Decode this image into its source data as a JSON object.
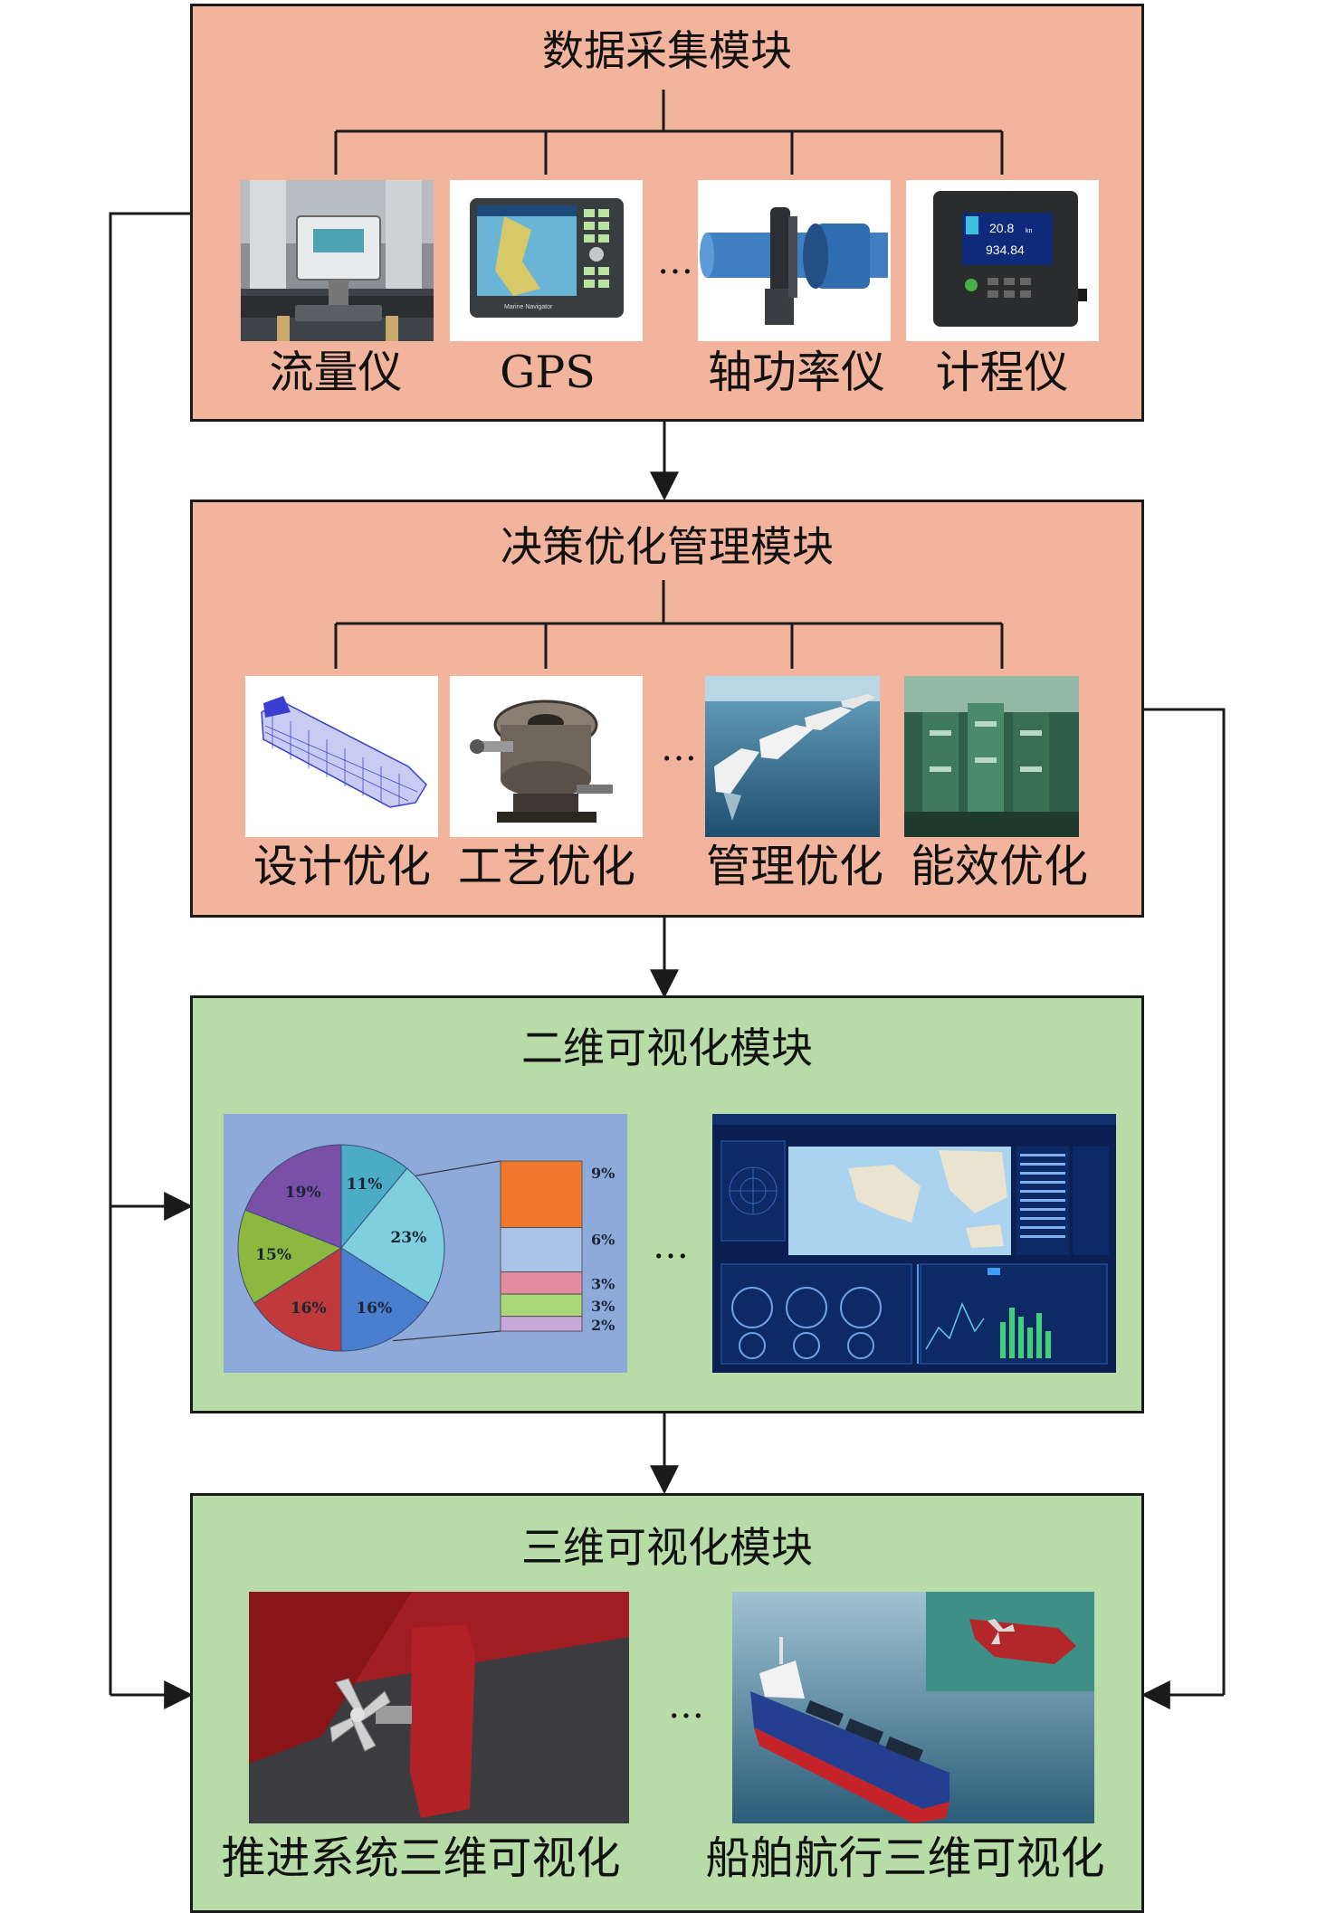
{
  "modules": [
    {
      "id": "data-collection",
      "title": "数据采集模块",
      "items": [
        "流量仪",
        "GPS",
        "轴功率仪",
        "计程仪"
      ],
      "ellipsis": "…"
    },
    {
      "id": "decision-optimization",
      "title": "决策优化管理模块",
      "items": [
        "设计优化",
        "工艺优化",
        "管理优化",
        "能效优化"
      ],
      "ellipsis": "…"
    },
    {
      "id": "visualization-2d",
      "title": "二维可视化模块",
      "ellipsis": "…"
    },
    {
      "id": "visualization-3d",
      "title": "三维可视化模块",
      "items": [
        "推进系统三维可视化",
        "船舶航行三维可视化"
      ],
      "ellipsis": "…"
    }
  ],
  "pie_chart": {
    "slices": [
      {
        "label": "11%",
        "color": "#4bacc6"
      },
      {
        "label": "23%",
        "color": "#7fcfdf"
      },
      {
        "label": "16%",
        "color": "#4a7fcf"
      },
      {
        "label": "16%",
        "color": "#c0393b"
      },
      {
        "label": "15%",
        "color": "#8cb83f"
      },
      {
        "label": "19%",
        "color": "#7a4fa8"
      }
    ],
    "stack": [
      {
        "label": "9%",
        "color": "#f0782c"
      },
      {
        "label": "6%",
        "color": "#a9c4e8"
      },
      {
        "label": "3%",
        "color": "#e58da0"
      },
      {
        "label": "3%",
        "color": "#a8d878"
      },
      {
        "label": "2%",
        "color": "#c9a8dc"
      }
    ]
  },
  "gps_screen_text": "Marine Navigator",
  "log_display": {
    "speed": "20.8",
    "speed_unit": "kn",
    "distance": "934.84"
  },
  "colors": {
    "salmon": "#f2b49c",
    "green": "#b7dca7",
    "line": "#1a1a1a"
  }
}
